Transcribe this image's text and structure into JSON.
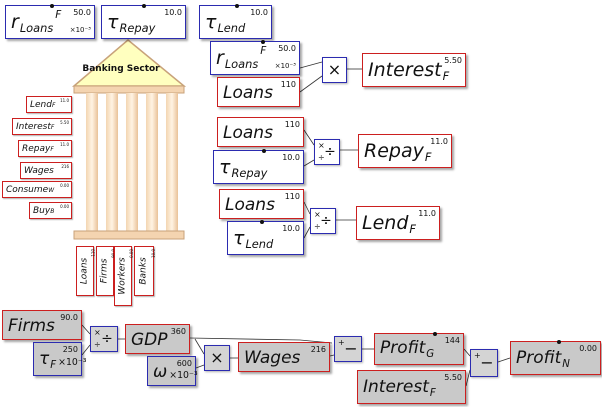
{
  "labels": {
    "bank_title": "Banking Sector",
    "scale_e3": "×10⁻³"
  },
  "vars": {
    "r_loans_top": {
      "name": "r",
      "sub": "Loans",
      "sup": "F",
      "value": "50.0"
    },
    "tau_repay_top": {
      "name": "τ",
      "sub": "Repay",
      "value": "10.0"
    },
    "tau_lend_top": {
      "name": "τ",
      "sub": "Lend",
      "value": "10.0"
    },
    "r_loans": {
      "name": "r",
      "sub": "Loans",
      "sup": "F",
      "value": "50.0"
    },
    "loans_a": {
      "name": "Loans",
      "value": "110"
    },
    "interest_f": {
      "name": "Interest",
      "sub": "F",
      "value": "5.50"
    },
    "loans_b": {
      "name": "Loans",
      "value": "110"
    },
    "tau_repay": {
      "name": "τ",
      "sub": "Repay",
      "value": "10.0"
    },
    "repay_f": {
      "name": "Repay",
      "sub": "F",
      "value": "11.0"
    },
    "loans_c": {
      "name": "Loans",
      "value": "110"
    },
    "tau_lend": {
      "name": "τ",
      "sub": "Lend",
      "value": "10.0"
    },
    "lend_f": {
      "name": "Lend",
      "sub": "F",
      "value": "11.0"
    },
    "firms": {
      "name": "Firms",
      "value": "90.0"
    },
    "tau_f": {
      "name": "τ",
      "sub": "F",
      "value": "250"
    },
    "gdp": {
      "name": "GDP",
      "value": "360"
    },
    "omega": {
      "name": "ω",
      "value": "600"
    },
    "wages": {
      "name": "Wages",
      "value": "216"
    },
    "profit_g": {
      "name": "Profit",
      "sub": "G",
      "value": "144"
    },
    "interest_f2": {
      "name": "Interest",
      "sub": "F",
      "value": "5.50"
    },
    "profit_n": {
      "name": "Profit",
      "sub": "N",
      "value": "0.00"
    }
  },
  "bank_flows": [
    {
      "name": "Lend",
      "sub": "F",
      "value": "11.0"
    },
    {
      "name": "Interest",
      "sub": "F",
      "value": "5.50"
    },
    {
      "name": "Repay",
      "sub": "F",
      "value": "11.0"
    },
    {
      "name": "Wages",
      "sub": "",
      "value": "216"
    },
    {
      "name": "Consume",
      "sub": "W",
      "value": "0.00"
    },
    {
      "name": "Buy",
      "sub": "B",
      "value": "0.00"
    }
  ],
  "bank_stocks": [
    {
      "name": "Loans",
      "value": "110"
    },
    {
      "name": "Firms",
      "value": "90.0"
    },
    {
      "name": "Workers",
      "value": "0.00"
    },
    {
      "name": "Banks",
      "value": "10.0"
    }
  ],
  "ops": {
    "mult": "×",
    "div": "÷",
    "minus": "−",
    "times_small": "×",
    "plus_small": "+",
    "div_small": "÷"
  }
}
